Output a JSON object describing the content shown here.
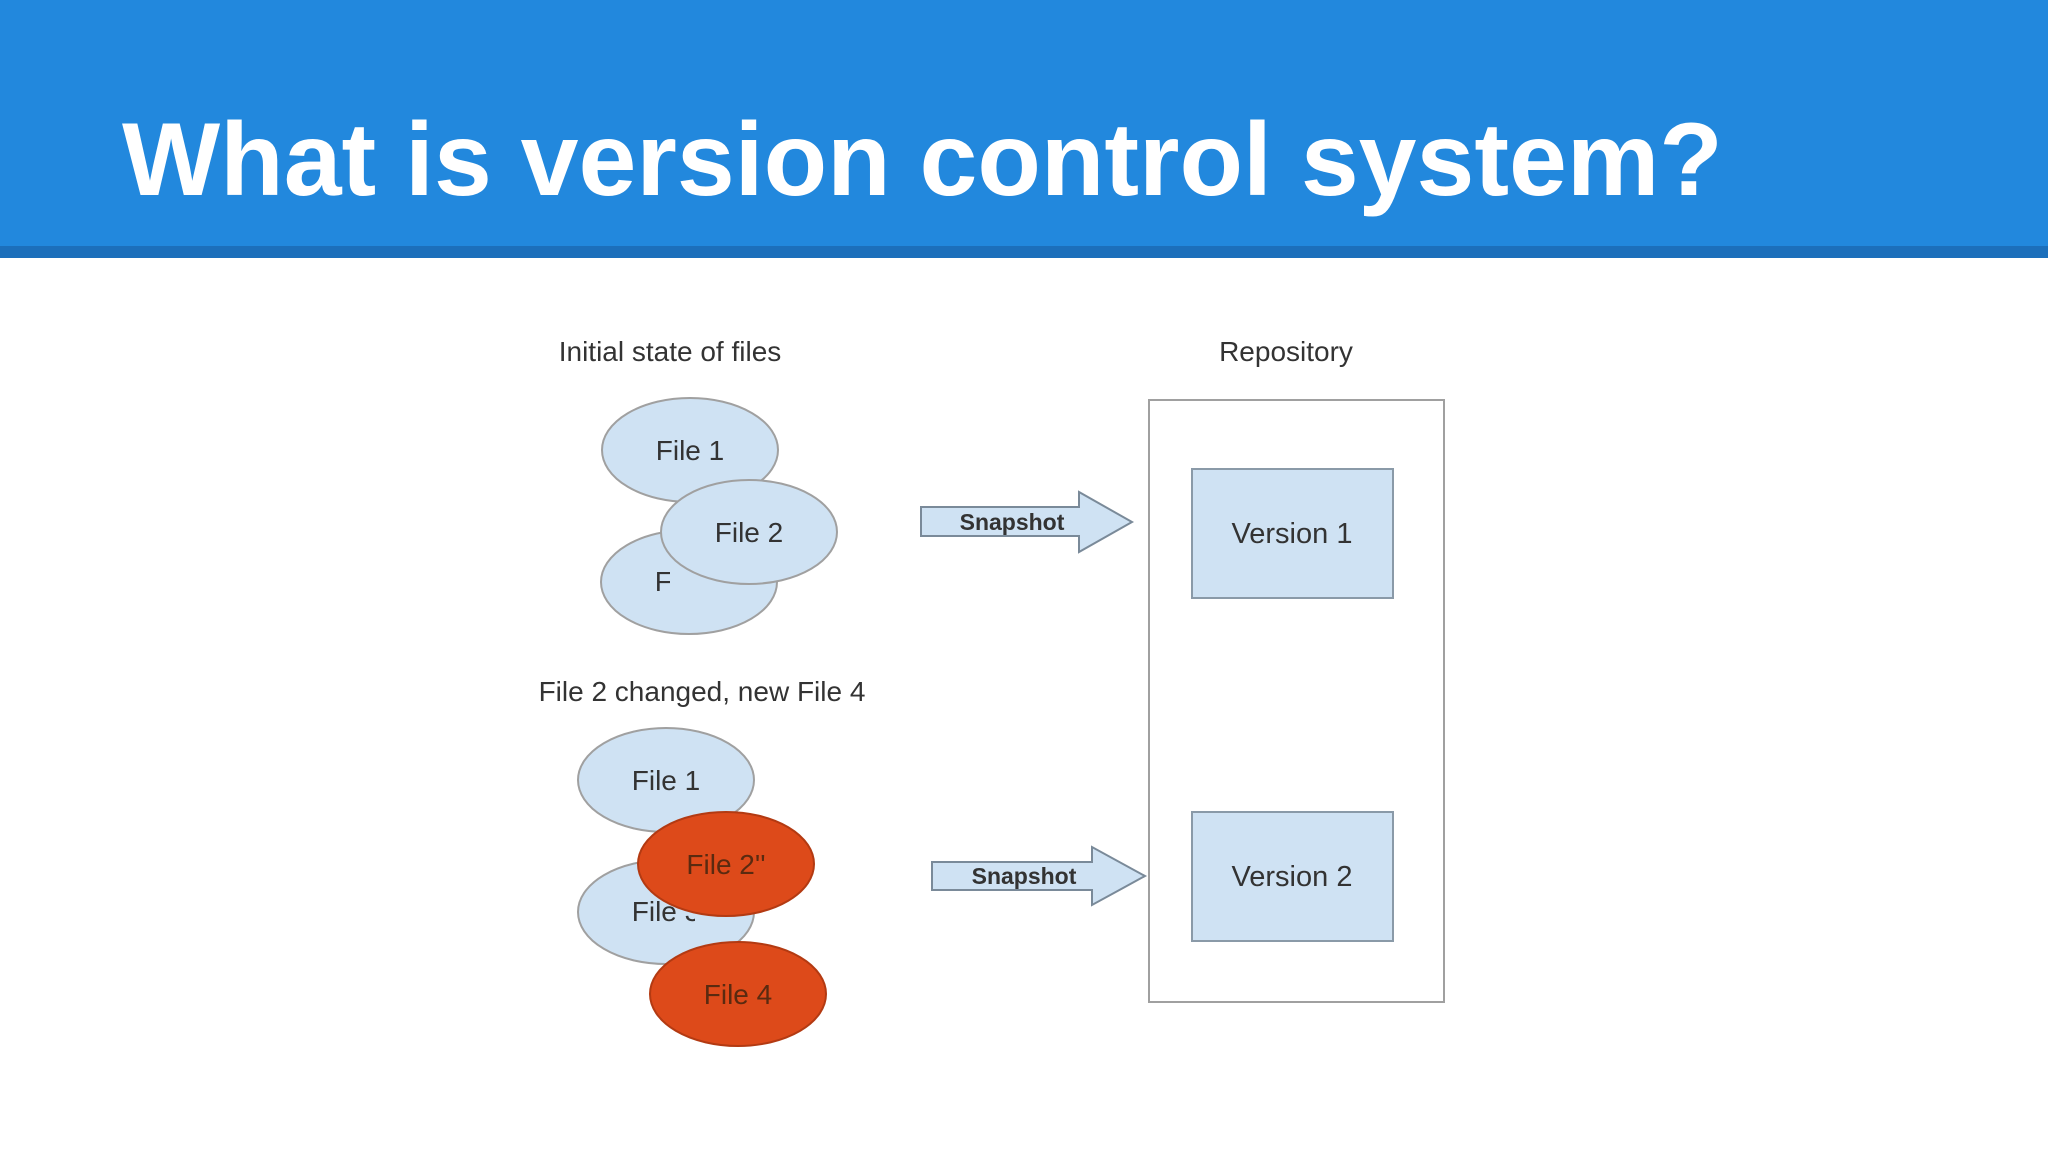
{
  "slide": {
    "title": "What is version control system?"
  },
  "diagram": {
    "sections": [
      {
        "caption": "Initial state of files",
        "files": [
          "File 1",
          "File 2",
          "File 3"
        ],
        "arrow_label": "Snapshot"
      },
      {
        "caption": "File 2 changed, new File 4",
        "files": [
          "File 1",
          "File 2''",
          "File 3",
          "File 4"
        ],
        "arrow_label": "Snapshot"
      }
    ],
    "repository": {
      "label": "Repository",
      "versions": [
        "Version 1",
        "Version 2"
      ]
    }
  },
  "colors": {
    "header": "#2288dd",
    "header_rule": "#1c6fbb",
    "file_fill": "#cfe2f3",
    "changed_fill": "#dd4a1a",
    "outline": "#a0a0a0"
  }
}
